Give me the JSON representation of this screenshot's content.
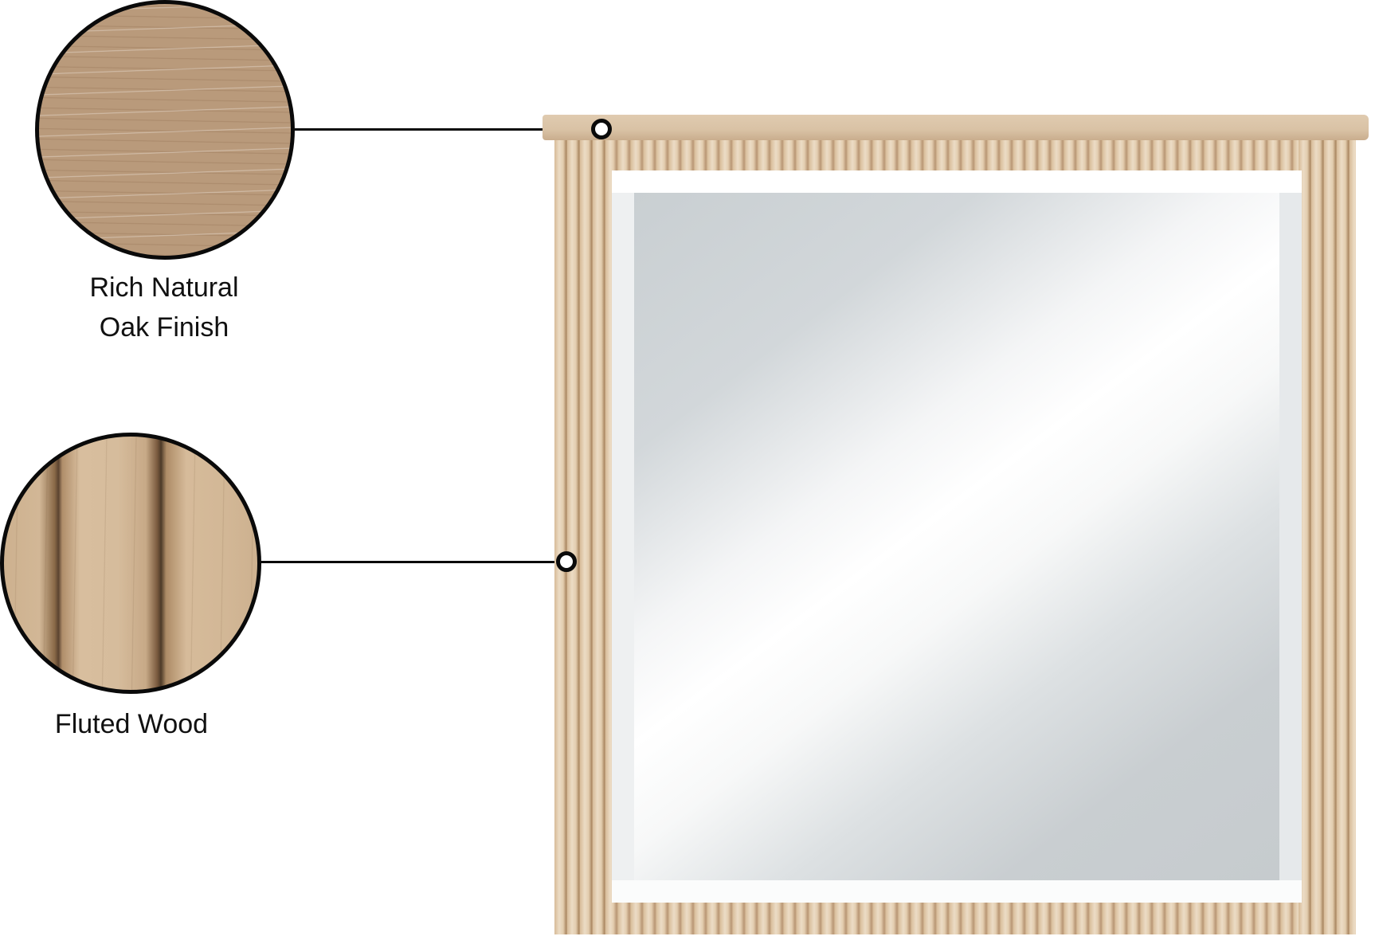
{
  "features": [
    {
      "id": "oak-finish",
      "label_line1": "Rich Natural",
      "label_line2": "Oak Finish",
      "swatch_icon": "oak-grain-swatch-icon",
      "swatch_color": "#b99a7b"
    },
    {
      "id": "fluted-wood",
      "label": "Fluted Wood",
      "swatch_icon": "fluted-wood-swatch-icon",
      "swatch_color": "#d2b796"
    }
  ],
  "product": {
    "name": "fluted wood frame mirror",
    "frame_color": "#d9be9b",
    "glass_color": "#c9cfd2"
  }
}
